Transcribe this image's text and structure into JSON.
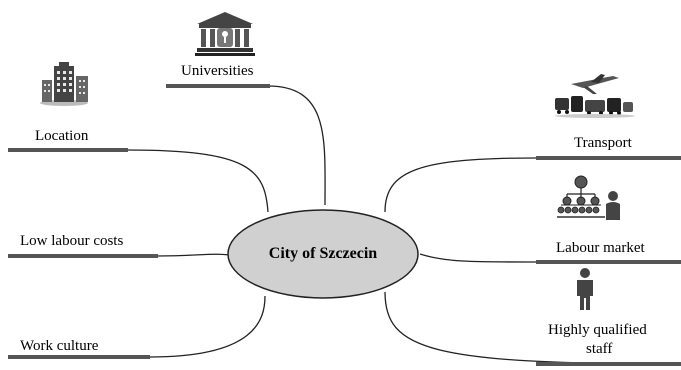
{
  "center": {
    "label": "City of Szczecin"
  },
  "branches": {
    "universities": {
      "label": "Universities",
      "icon": "university-building-icon"
    },
    "location": {
      "label": "Location",
      "icon": "city-buildings-icon"
    },
    "low_labour_costs": {
      "label": "Low labour costs"
    },
    "work_culture": {
      "label": "Work culture"
    },
    "transport": {
      "label": "Transport",
      "icon": "transport-vehicles-icon"
    },
    "labour_market": {
      "label": "Labour market",
      "icon": "organisation-chart-icon"
    },
    "highly_qualified_staff": {
      "label_line1": "Highly qualified",
      "label_line2": "staff",
      "icon": "person-icon"
    }
  },
  "colors": {
    "ellipse_fill": "#d0d0d0",
    "ellipse_stroke": "#222222",
    "connector": "#222222",
    "bar": "#555555"
  }
}
